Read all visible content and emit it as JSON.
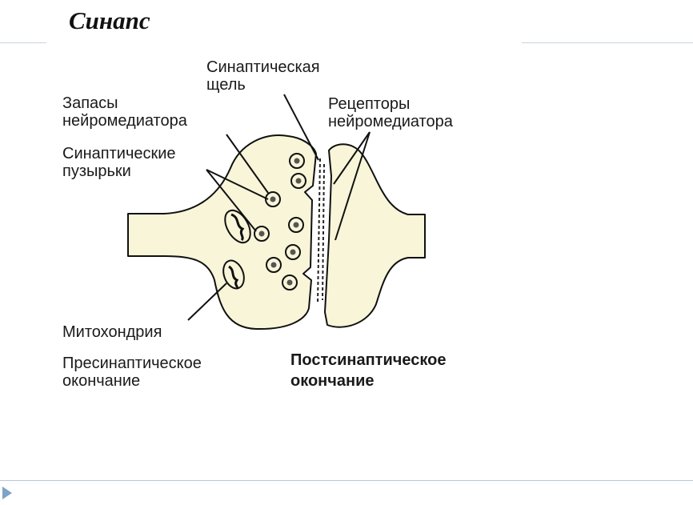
{
  "slide": {
    "title": "Синапс"
  },
  "labels": {
    "cleft": {
      "line1": "Синаптическая",
      "line2": "щель"
    },
    "stores": {
      "line1": "Запасы",
      "line2": "нейромедиатора"
    },
    "receptors": {
      "line1": "Рецепторы",
      "line2": "нейромедиатора"
    },
    "vesicles": {
      "line1": "Синаптические",
      "line2": "пузырьки"
    },
    "mitochondria": "Митохондрия",
    "presynaptic": {
      "line1": "Пресинаптическое",
      "line2": "окончание"
    },
    "postsynaptic": {
      "line1": "Постсинаптическое",
      "line2": "окончание"
    }
  },
  "colors": {
    "membrane_fill": "#f8f5d8",
    "ink": "#111111",
    "rule": "#c9d3dc",
    "nav_arrow": "#7da4c6"
  },
  "icons": {
    "nav": "triangle-right-icon"
  }
}
